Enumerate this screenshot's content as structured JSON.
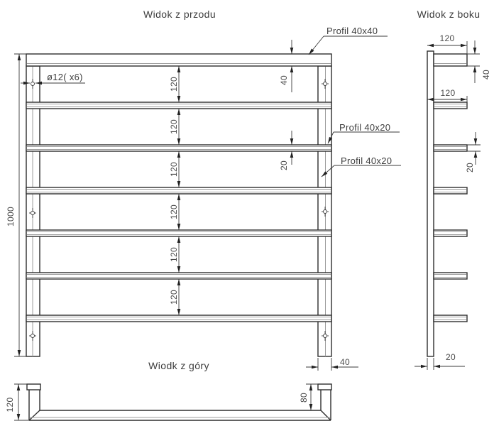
{
  "drawing": {
    "front": {
      "title": "Widok z przodu",
      "dim_height": "1000",
      "dim_gap": "120",
      "dim_top_rail": "40",
      "dim_rail": "20",
      "dim_post_width": "40",
      "hole_label": "ø12( x6)",
      "label_profile_top": "Profil 40x40",
      "label_profile_rail": "Profil 40x20",
      "label_profile_post": "Profil 40x20"
    },
    "side": {
      "title": "Widok z boku",
      "dim_depth_top": "120",
      "dim_depth_rail": "120",
      "dim_top_rail": "40",
      "dim_rail": "20",
      "dim_post": "20"
    },
    "top": {
      "title": "Wiodk z góry",
      "dim_depth": "120",
      "dim_inner": "80"
    },
    "colors": {
      "line": "#2e2e2e",
      "dim_line": "#3a3a3a",
      "text": "#4a4a4a",
      "background": "#ffffff"
    }
  }
}
